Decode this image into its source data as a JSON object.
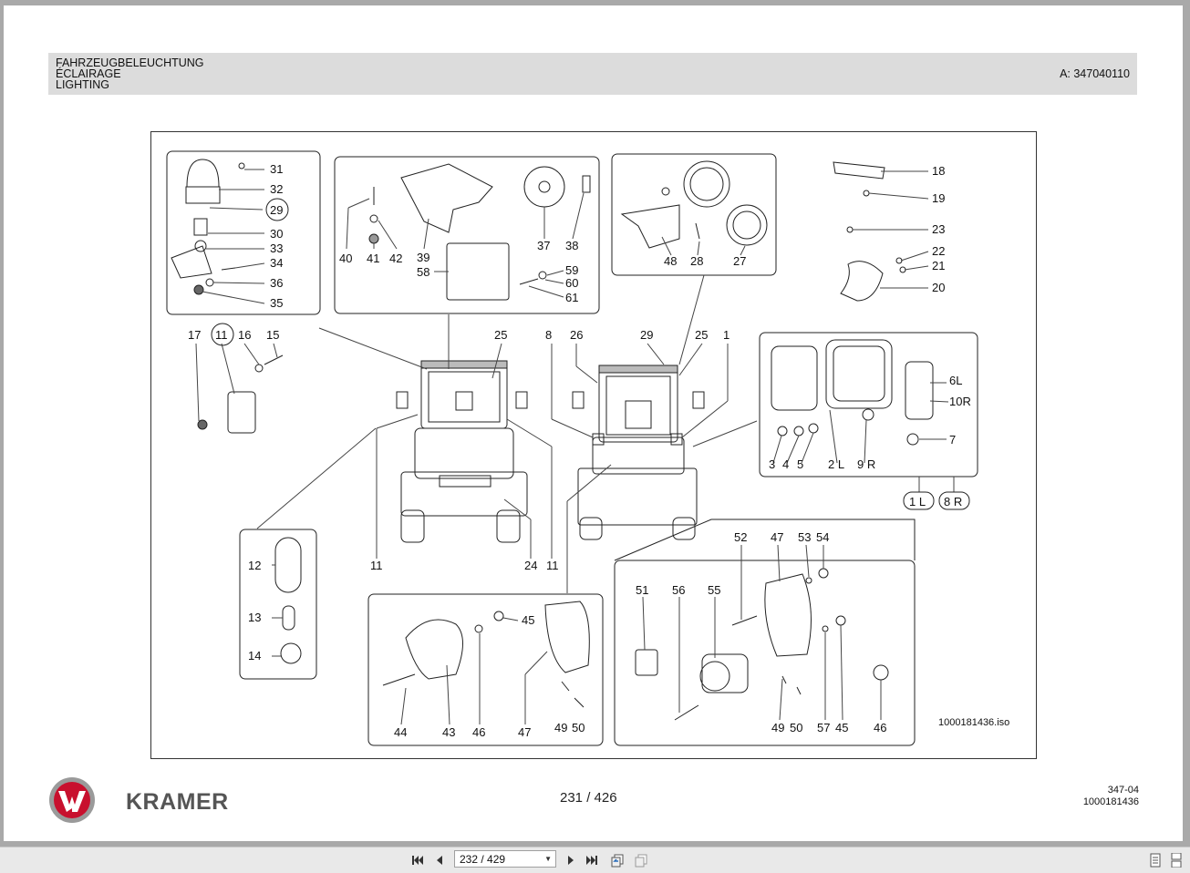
{
  "header": {
    "title_de": "FAHRZEUGBELEUCHTUNG",
    "title_fr": "ÉCLAIRAGE",
    "title_en": "LIGHTING",
    "article_ref": "A: 347040110"
  },
  "drawing": {
    "iso_file": "1000181436.iso",
    "labels": {
      "n31": "31",
      "n32": "32",
      "n29": "29",
      "n30": "30",
      "n33": "33",
      "n34": "34",
      "n36": "36",
      "n35": "35",
      "n40": "40",
      "n41": "41",
      "n42": "42",
      "n39": "39",
      "n58": "58",
      "n37": "37",
      "n38": "38",
      "n59": "59",
      "n60": "60",
      "n61": "61",
      "n48": "48",
      "n28": "28",
      "n27": "27",
      "n18": "18",
      "n19": "19",
      "n23": "23",
      "n22": "22",
      "n21": "21",
      "n20": "20",
      "n17": "17",
      "n11a": "11",
      "n16": "16",
      "n15": "15",
      "n25a": "25",
      "n8": "8",
      "n26": "26",
      "n29b": "29",
      "n25b": "25",
      "n1": "1",
      "n11b": "11",
      "n24": "24",
      "n11c": "11",
      "n6L": "6L",
      "n10R": "10R",
      "n7": "7",
      "n3": "3",
      "n4": "4",
      "n5": "5",
      "n2L": "2 L",
      "n9R": "9 R",
      "n1L": "1 L",
      "n8R": "8 R",
      "n12": "12",
      "n13": "13",
      "n14": "14",
      "n45a": "45",
      "n44": "44",
      "n43": "43",
      "n46a": "46",
      "n47a": "47",
      "n49a": "49",
      "n50a": "50",
      "n52": "52",
      "n47b": "47",
      "n53": "53",
      "n54": "54",
      "n51": "51",
      "n56": "56",
      "n55": "55",
      "n49b": "49",
      "n50b": "50",
      "n57": "57",
      "n45b": "45",
      "n46b": "46"
    }
  },
  "footer": {
    "brand": "KRAMER",
    "page_of": "231 / 426",
    "section": "347-04",
    "doc_number": "1000181436"
  },
  "toolbar": {
    "page_selector": "232 / 429",
    "icons": [
      "first-page-icon",
      "prev-page-icon",
      "next-page-icon",
      "last-page-icon",
      "prev-view-icon",
      "next-view-icon",
      "single-page-icon",
      "continuous-page-icon"
    ]
  },
  "colors": {
    "brand_red": "#c8102e",
    "header_band": "#dcdcdc",
    "viewer_bg": "#a9a9a9"
  }
}
